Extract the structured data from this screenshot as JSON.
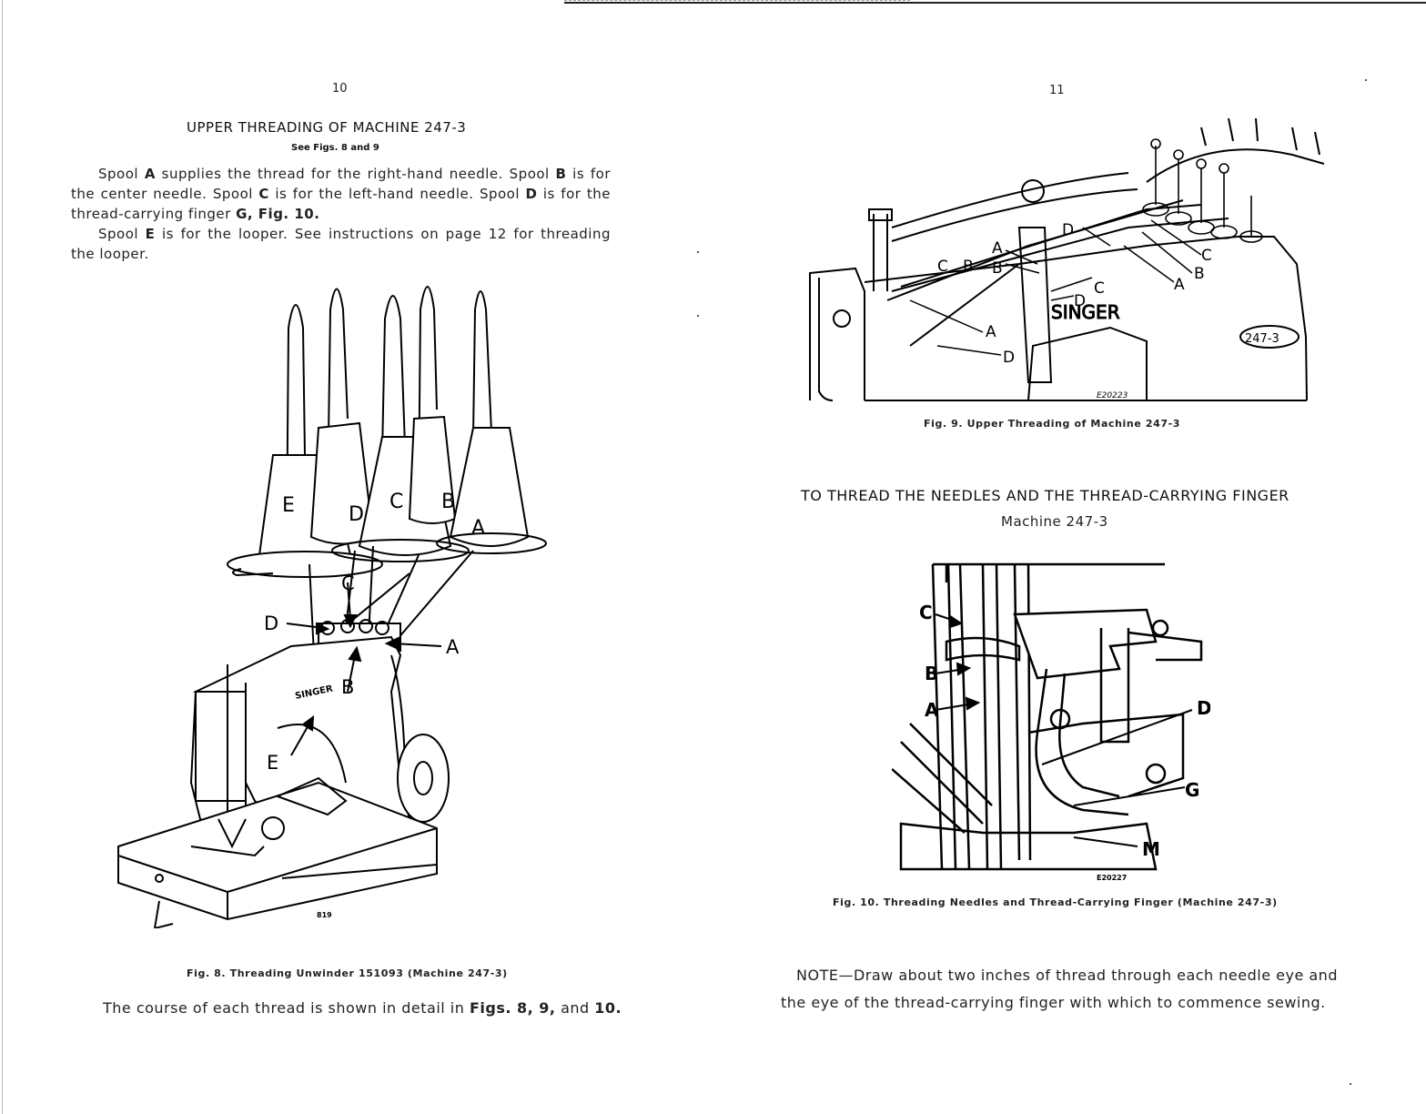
{
  "left_page": {
    "page_number": "10",
    "title": "UPPER THREADING OF MACHINE 247-3",
    "subtitle": "See Figs. 8 and 9",
    "para1_parts": [
      "Spool ",
      "A",
      " supplies the thread for the right-hand needle. Spool ",
      "B",
      " is for the center needle. Spool ",
      "C",
      " is for the left-hand needle. Spool ",
      "D",
      " is for the thread-carrying finger ",
      "G, Fig. 10."
    ],
    "para2_parts": [
      "Spool ",
      "E",
      " is for the looper. See instructions on page 12 for threading the looper."
    ],
    "figure8": {
      "labels": {
        "E": "E",
        "D": "D",
        "C": "C",
        "B": "B",
        "A": "A"
      },
      "arrow_labels": {
        "D": "D",
        "C": "C",
        "A": "A",
        "B": "B",
        "E": "E"
      },
      "brand": "SINGER",
      "stamp": "819",
      "caption": "Fig. 8. Threading Unwinder 151093 (Machine 247-3)"
    },
    "footer_parts": [
      "The course of each thread is shown in detail in ",
      "Figs. 8, 9,",
      " and ",
      "10."
    ]
  },
  "right_page": {
    "page_number": "11",
    "figure9": {
      "labels": {
        "C1": "C",
        "B1": "B",
        "A1": "A",
        "B2": "B",
        "D1": "D",
        "C2": "C",
        "D2": "D",
        "A2": "A",
        "D3": "D",
        "C3": "C",
        "B3": "B",
        "A3": "A"
      },
      "brand": "SINGER",
      "model_badge": "247-3",
      "code": "E20223",
      "caption": "Fig. 9.  Upper Threading of Machine 247-3"
    },
    "section_title": "TO THREAD THE NEEDLES AND THE THREAD-CARRYING FINGER",
    "section_subtitle": "Machine 247-3",
    "figure10": {
      "labels": {
        "C": "C",
        "B": "B",
        "A": "A",
        "D": "D",
        "G": "G",
        "M": "M"
      },
      "code": "E20227",
      "caption": "Fig. 10.  Threading Needles and Thread-Carrying Finger (Machine 247-3)"
    },
    "note_parts": [
      "NOTE",
      "—Draw about two inches of thread through each needle eye and the eye of the thread-carrying finger with which to commence sewing."
    ]
  }
}
